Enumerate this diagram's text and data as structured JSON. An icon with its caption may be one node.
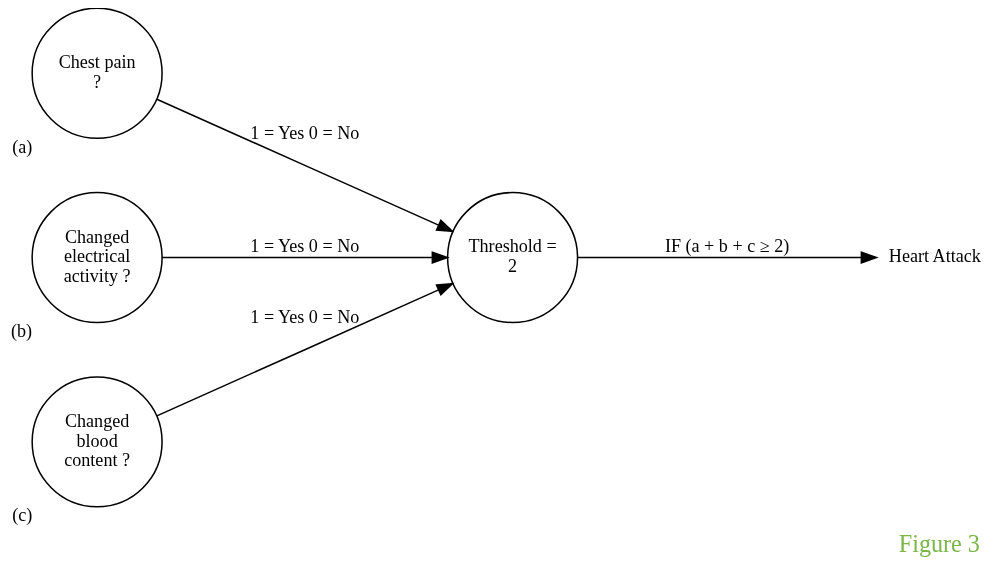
{
  "diagram": {
    "caption": "Figure 3",
    "nodes": [
      {
        "text": [
          "Chest pain ?"
        ],
        "beside": [
          "(a)"
        ]
      },
      {
        "text": [
          "Changed electrical activity ?"
        ],
        "beside": [
          "(b)"
        ]
      },
      {
        "text": [
          "Changed blood content ?"
        ],
        "beside": [
          "(c)"
        ]
      },
      {
        "text": [
          "Threshold = 2"
        ]
      },
      {
        "text": [
          "Heart Attack"
        ]
      }
    ],
    "edges": [
      {
        "from": 0,
        "to": 3,
        "arrow": "to",
        "label": "1 = Yes 0 = No"
      },
      {
        "from": 1,
        "to": 3,
        "arrow": "to",
        "label": "1 = Yes 0 = No"
      },
      {
        "from": 2,
        "to": 3,
        "arrow": "to",
        "label": "1 = Yes 0 = No"
      },
      {
        "from": 3,
        "to": 4,
        "arrow": "to",
        "label": "IF (a + b + c ≥ 2)"
      }
    ]
  }
}
